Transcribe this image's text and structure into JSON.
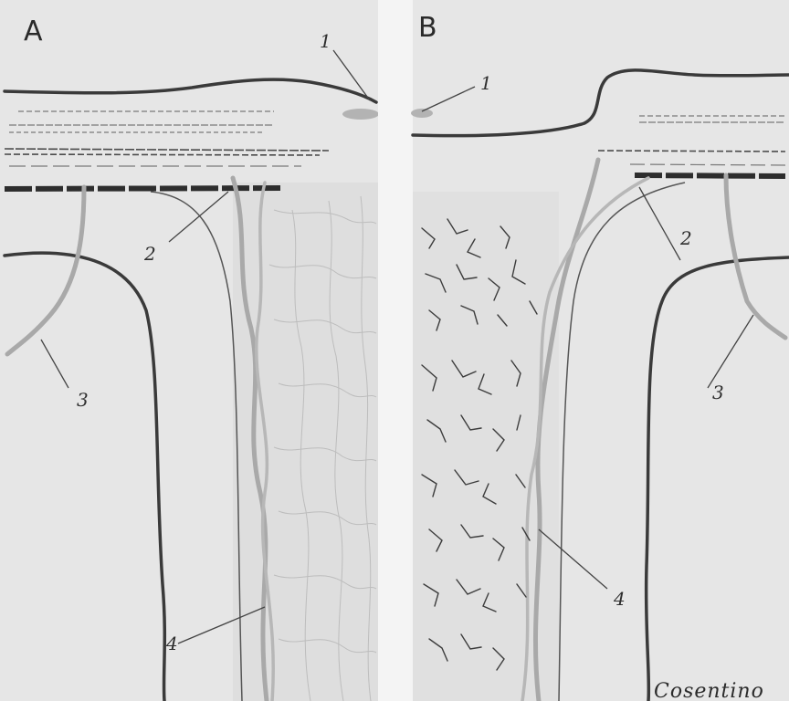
{
  "panels": [
    {
      "letter": "A"
    },
    {
      "letter": "B"
    }
  ],
  "labels": {
    "a1": "1",
    "a2": "2",
    "a3": "3",
    "a4": "4",
    "b1": "1",
    "b2": "2",
    "b3": "3",
    "b4": "4"
  },
  "signature": "Cosentino",
  "colors": {
    "background": "#e9e9e9",
    "ink": "#3a3a3a",
    "vessel": "#a9a9a9",
    "divider": "#f4f4f4"
  }
}
